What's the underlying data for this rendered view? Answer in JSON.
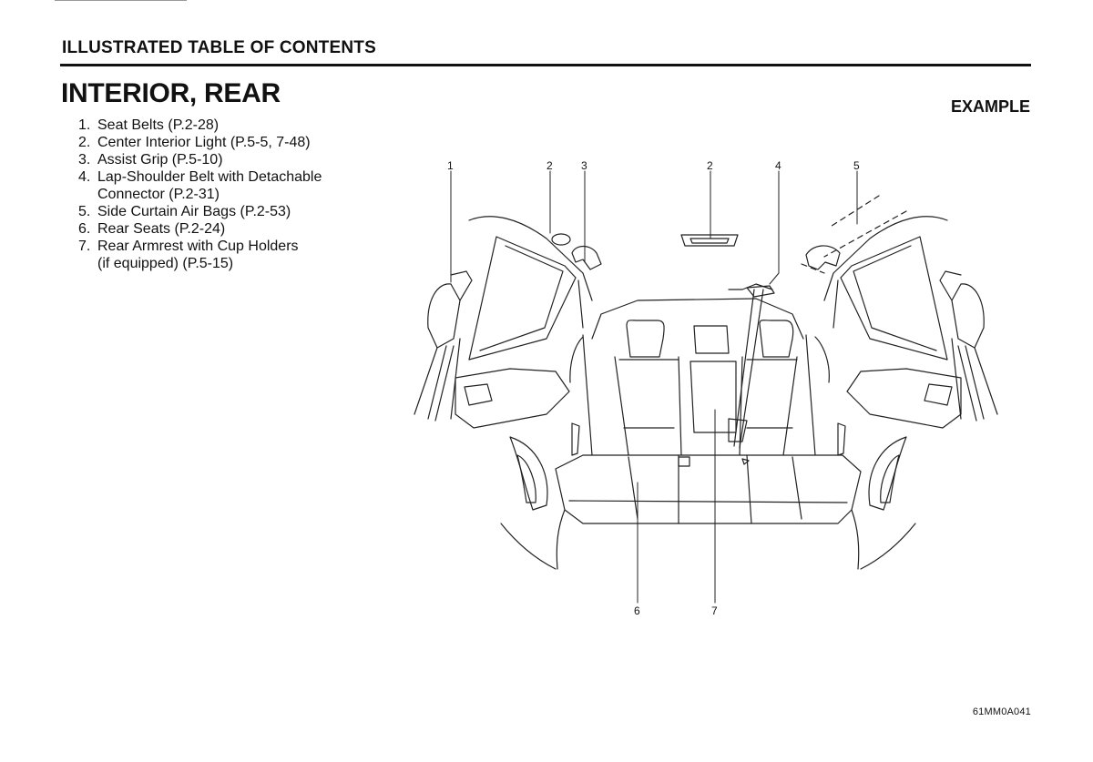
{
  "header": {
    "section_title": "ILLUSTRATED TABLE OF CONTENTS"
  },
  "page": {
    "title": "INTERIOR, REAR",
    "example_label": "EXAMPLE",
    "figure_code": "61MM0A041"
  },
  "contents": [
    {
      "number": "1.",
      "lines": [
        "Seat Belts (P.2-28)"
      ]
    },
    {
      "number": "2.",
      "lines": [
        "Center Interior Light (P.5-5, 7-48)"
      ]
    },
    {
      "number": "3.",
      "lines": [
        "Assist Grip (P.5-10)"
      ]
    },
    {
      "number": "4.",
      "lines": [
        "Lap-Shoulder Belt with Detachable",
        "Connector (P.2-31)"
      ]
    },
    {
      "number": "5.",
      "lines": [
        "Side Curtain Air Bags (P.2-53)"
      ]
    },
    {
      "number": "6.",
      "lines": [
        "Rear Seats (P.2-24)"
      ]
    },
    {
      "number": "7.",
      "lines": [
        "Rear Armrest with Cup Holders",
        "(if equipped) (P.5-15)"
      ]
    }
  ],
  "diagram": {
    "callouts": {
      "c1": "1",
      "c2a": "2",
      "c3": "3",
      "c2b": "2",
      "c4": "4",
      "c5": "5",
      "c6": "6",
      "c7": "7"
    }
  }
}
